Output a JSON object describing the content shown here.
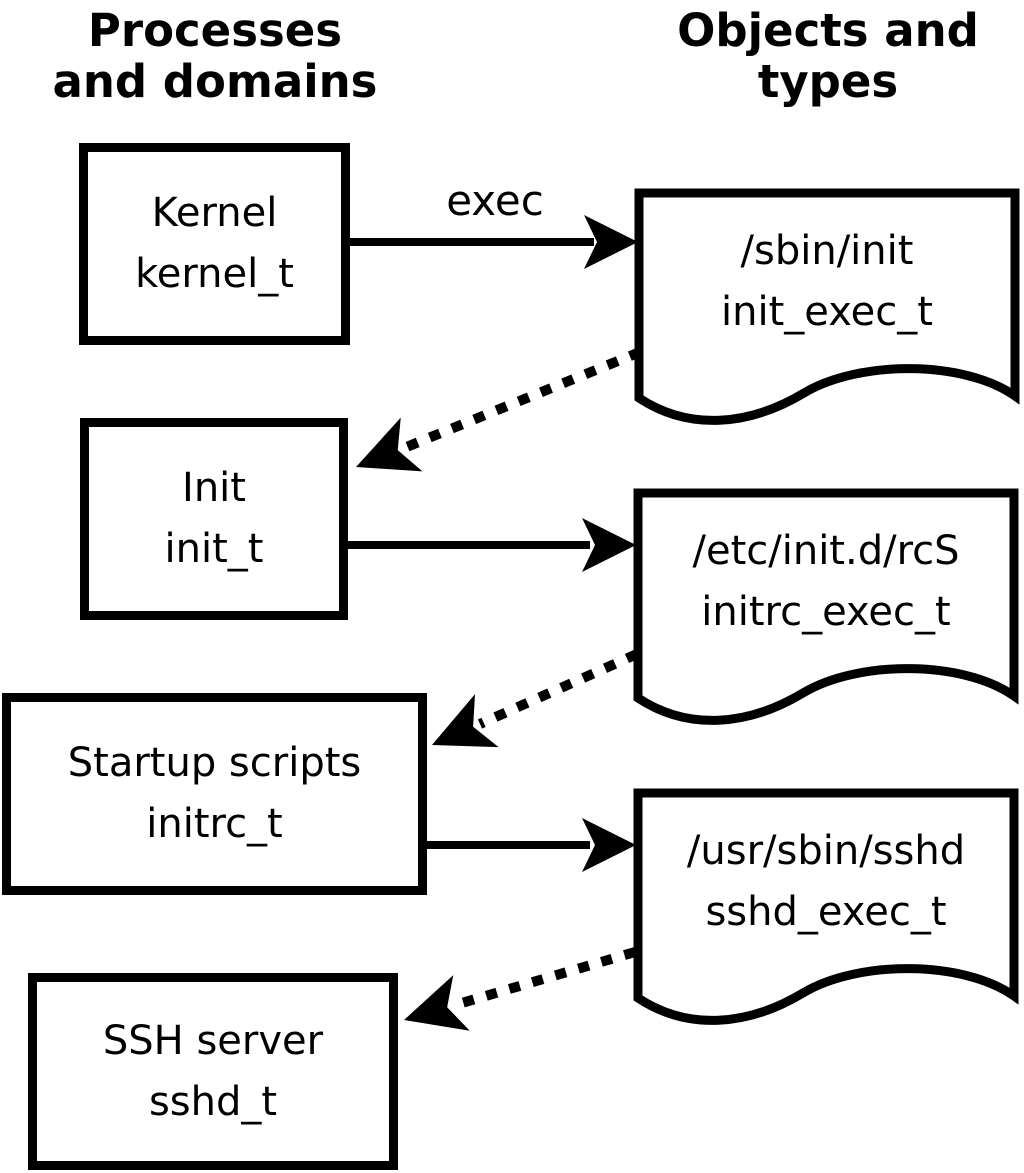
{
  "page": {
    "background_color": "#ffffff",
    "ink_color": "#000000",
    "description": "SELinux domain transition diagram"
  },
  "headers": {
    "left": {
      "label": "Processes and domains",
      "lines": [
        "Processes",
        "and domains"
      ]
    },
    "right": {
      "label": "Objects and types",
      "lines": [
        "Objects and",
        "types"
      ]
    }
  },
  "processes": [
    {
      "name": "Kernel",
      "type": "kernel_t"
    },
    {
      "name": "Init",
      "type": "init_t"
    },
    {
      "name": "Startup scripts",
      "type": "initrc_t"
    },
    {
      "name": "SSH server",
      "type": "sshd_t"
    }
  ],
  "objects": [
    {
      "path": "/sbin/init",
      "type": "init_exec_t"
    },
    {
      "path": "/etc/init.d/rcS",
      "type": "initrc_exec_t"
    },
    {
      "path": "/usr/sbin/sshd",
      "type": "sshd_exec_t"
    }
  ],
  "arrows": {
    "exec_label": "exec",
    "solid": [
      {
        "from": "kernel_t",
        "to": "init_exec_t",
        "label": "exec"
      },
      {
        "from": "init_t",
        "to": "initrc_exec_t",
        "label": ""
      },
      {
        "from": "initrc_t",
        "to": "sshd_exec_t",
        "label": ""
      }
    ],
    "dotted": [
      {
        "from": "init_exec_t",
        "to": "init_t"
      },
      {
        "from": "initrc_exec_t",
        "to": "initrc_t"
      },
      {
        "from": "sshd_exec_t",
        "to": "sshd_t"
      }
    ]
  }
}
